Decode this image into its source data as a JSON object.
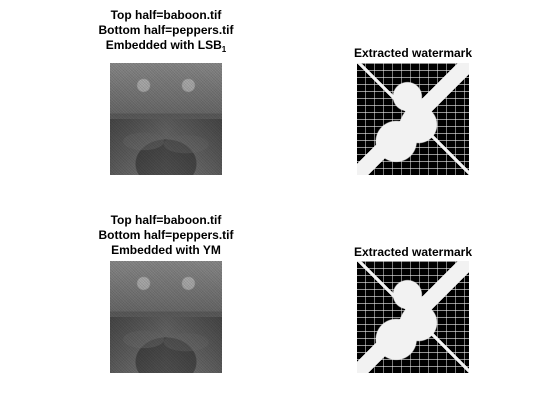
{
  "subplots": {
    "top_left": {
      "title_line1": "Top half=baboon.tif",
      "title_line2": "Bottom half=peppers.tif",
      "title_line3_main": "Embedded with LSB",
      "title_line3_sub": "1"
    },
    "top_right": {
      "title": "Extracted watermark"
    },
    "bottom_left": {
      "title_line1": "Top half=baboon.tif",
      "title_line2": "Bottom half=peppers.tif",
      "title_line3": "Embedded with YM"
    },
    "bottom_right": {
      "title": "Extracted watermark"
    }
  }
}
